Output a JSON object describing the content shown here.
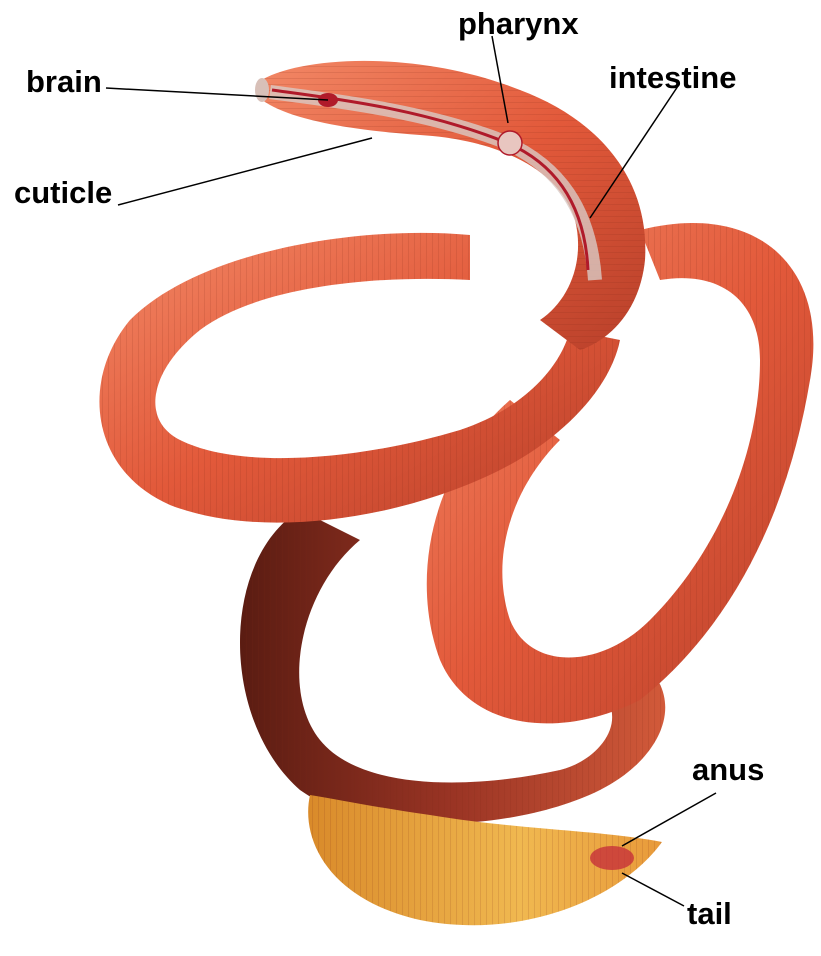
{
  "labels": {
    "brain": "brain",
    "pharynx": "pharynx",
    "intestine": "intestine",
    "cuticle": "cuticle",
    "anus": "anus",
    "tail": "tail"
  },
  "colors": {
    "body_main": "#e2593a",
    "body_dark": "#8e2a1a",
    "body_light": "#f4a080",
    "tail_yellow": "#e8a83c",
    "intestine_pale": "#d9c9c4",
    "vessel_red": "#b01a2a",
    "leader_line": "#000000"
  }
}
